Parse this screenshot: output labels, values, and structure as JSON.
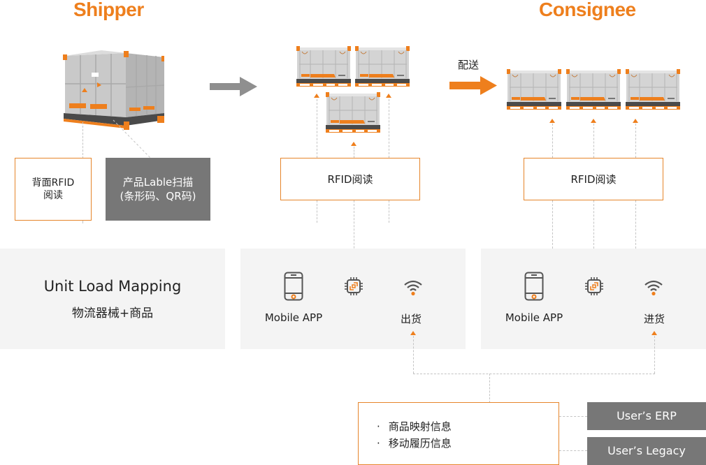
{
  "headers": {
    "shipper": "Shipper",
    "consignee": "Consignee"
  },
  "delivery_label": "配送",
  "shipper": {
    "rfid_box": "背面RFID\n阅读",
    "rfid_box_lines": [
      "背面RFID",
      "阅读"
    ],
    "label_scan_lines": [
      "产品Lable扫描",
      "(条形码、QR码)"
    ]
  },
  "middle": {
    "rfid_box": "RFID阅读"
  },
  "right": {
    "rfid_box": "RFID阅读"
  },
  "panels": {
    "mapping": {
      "title": "Unit Load Mapping",
      "subtitle": "物流器械+商品"
    },
    "outbound": {
      "app_label": "Mobile APP",
      "status_label": "出货",
      "icons": [
        "mobile-phone-icon",
        "rfid-chip-icon",
        "wireless-signal-icon"
      ]
    },
    "inbound": {
      "app_label": "Mobile APP",
      "status_label": "进货",
      "icons": [
        "mobile-phone-icon",
        "rfid-chip-icon",
        "wireless-signal-icon"
      ]
    }
  },
  "info_box": {
    "items": [
      "商品映射信息",
      "移动履历信息"
    ],
    "bullet": "·"
  },
  "systems": {
    "erp": "User’s ERP",
    "legacy": "User’s Legacy"
  },
  "colors": {
    "accent": "#ee7f1d",
    "panel_bg": "#f4f4f4",
    "system_box": "#777777",
    "dash": "#c4c4c4"
  }
}
